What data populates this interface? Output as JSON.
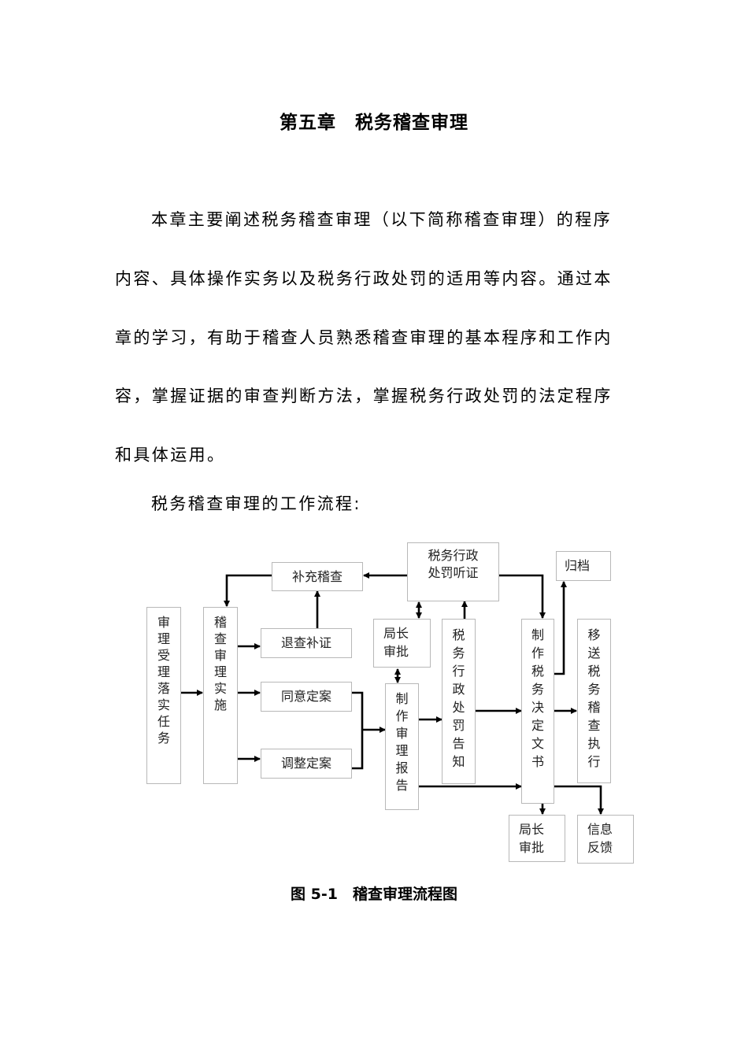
{
  "document": {
    "chapter_title": "第五章　税务稽查审理",
    "intro_lines": [
      "本章主要阐述税务稽查审理（以下简称稽查审理）的程序",
      "内容、具体操作实务以及税务行政处罚的适用等内容。通过本",
      "章的学习，有助于稽查人员熟悉稽查审理的基本程序和工作内",
      "容，掌握证据的审查判断方法，掌握税务行政处罚的法定程序",
      "和具体运用。"
    ],
    "flow_intro": "税务稽查审理的工作流程:",
    "figure_caption": "图 5-1　稽查审理流程图"
  },
  "flowchart": {
    "nodes": {
      "accept": "审理受理落实任务",
      "implement": "稽查审理实施",
      "supplement": "补充稽查",
      "return_evidence": "退查补证",
      "agree_case": "同意定案",
      "adjust_case": "调整定案",
      "hearing_line1": "税务行政",
      "hearing_line2": "处罚听证",
      "director_approval_top_line1": "局长",
      "director_approval_top_line2": "审批",
      "make_report": "制作审理报告",
      "penalty_notice": "税务行政处罚告知",
      "make_decision": "制作税务决定文书",
      "archive": "归档",
      "transfer": "移送税务稽查执行",
      "director_approval_bottom_line1": "局长",
      "director_approval_bottom_line2": "审批",
      "feedback_line1": "信息",
      "feedback_line2": "反馈"
    },
    "edges": [
      {
        "from": "审理受理落实任务",
        "to": "稽查审理实施"
      },
      {
        "from": "稽查审理实施",
        "to": "退查补证"
      },
      {
        "from": "稽查审理实施",
        "to": "同意定案"
      },
      {
        "from": "稽查审理实施",
        "to": "调整定案"
      },
      {
        "from": "退查补证",
        "to": "补充稽查"
      },
      {
        "from": "补充稽查",
        "to": "稽查审理实施"
      },
      {
        "from": "税务行政处罚听证",
        "to": "补充稽查"
      },
      {
        "from": "税务行政处罚听证",
        "to": "制作税务决定文书"
      },
      {
        "from": "税务行政处罚听证",
        "to": "局长审批",
        "bidirectional": true
      },
      {
        "from": "税务行政处罚告知",
        "to": "税务行政处罚听证"
      },
      {
        "from": "同意定案",
        "to": "制作审理报告"
      },
      {
        "from": "调整定案",
        "to": "制作审理报告"
      },
      {
        "from": "局长审批",
        "to": "制作审理报告",
        "bidirectional": true
      },
      {
        "from": "制作审理报告",
        "to": "税务行政处罚告知"
      },
      {
        "from": "制作审理报告",
        "to": "制作税务决定文书"
      },
      {
        "from": "税务行政处罚告知",
        "to": "制作税务决定文书"
      },
      {
        "from": "制作税务决定文书",
        "to": "归档"
      },
      {
        "from": "制作税务决定文书",
        "to": "移送税务稽查执行"
      },
      {
        "from": "制作税务决定文书",
        "to": "局长审批",
        "bidirectional": true
      },
      {
        "from": "制作税务决定文书",
        "to": "信息反馈"
      }
    ]
  }
}
